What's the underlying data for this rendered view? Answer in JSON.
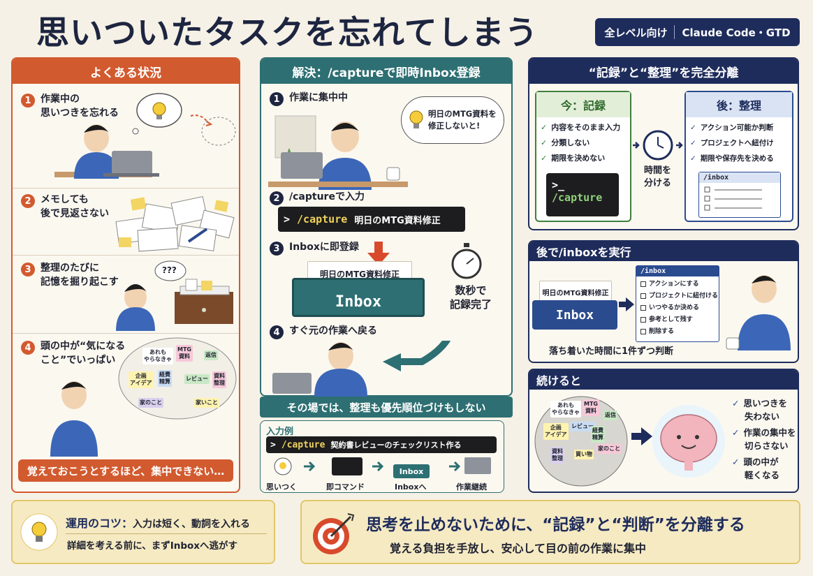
{
  "title": "思いついたタスクを忘れてしまう",
  "badge": {
    "level": "全レベル向け",
    "tools": "Claude Code・GTD"
  },
  "colors": {
    "orange": "#d25a2f",
    "teal": "#2d6f72",
    "navy": "#1e2c5c",
    "green": "#3f7f3c",
    "yellow": "#f3e6b0"
  },
  "left": {
    "header": "よくある状況",
    "items": [
      {
        "num": "1",
        "text1": "作業中の",
        "text2": "思いつきを忘れる"
      },
      {
        "num": "2",
        "text1": "メモしても",
        "text2": "後で見返さない"
      },
      {
        "num": "3",
        "text1": "整理のたびに",
        "text2": "記憶を掘り起こす"
      },
      {
        "num": "4",
        "text1": "頭の中が“気になる",
        "text2": "こと”でいっぱい"
      }
    ],
    "thought_q": "???",
    "stickies": [
      "あれも\nやらなきゃ",
      "MTG\n資料",
      "返信",
      "企画\nアイデア",
      "経費\n精算",
      "レビュー",
      "資料\n整理",
      "家のこと",
      "家いこと"
    ],
    "footer": "覚えておこうとするほど、集中できない…"
  },
  "middle": {
    "header": "解決：/captureで即時Inbox登録",
    "steps": [
      {
        "num": "1",
        "text": "作業に集中中"
      },
      {
        "num": "2",
        "text": "/captureで入力"
      },
      {
        "num": "3",
        "text": "Inboxに即登録"
      },
      {
        "num": "4",
        "text": "すぐ元の作業へ戻る"
      }
    ],
    "bubble": "明日のMTG資料を\n修正しないと!",
    "command": "/capture",
    "command_arg": "明日のMTG資料修正",
    "inbox_card": "明日のMTG資料修正",
    "inbox_label": "Inbox",
    "timer_text1": "数秒で",
    "timer_text2": "記録完了",
    "banner": "その場では、整理も優先順位づけもしない",
    "example": {
      "title": "入力例",
      "command": "/capture",
      "arg": "契約書レビューのチェックリスト作る",
      "flow": [
        "思いつく",
        "即コマンド",
        "Inboxへ",
        "作業継続"
      ],
      "inbox_mini": "Inbox"
    }
  },
  "right": {
    "header": "“記録”と“整理”を完全分離",
    "now": {
      "title": "今：記録",
      "items": [
        "内容をそのまま入力",
        "分類しない",
        "期限を決めない"
      ],
      "term": "/capture"
    },
    "clock_text1": "時間を",
    "clock_text2": "分ける",
    "later": {
      "title": "後：整理",
      "items": [
        "アクション可能か判断",
        "プロジェクトへ紐付け",
        "期限や保存先を決める"
      ],
      "window": "/inbox"
    },
    "run": {
      "header": "後で/inboxを実行",
      "card": "明日のMTG資料修正",
      "inbox": "Inbox",
      "window": "/inbox",
      "options": [
        "アクションにする",
        "プロジェクトに紐付ける",
        "いつやるか決める",
        "参考として残す",
        "削除する"
      ],
      "caption": "落ち着いた時間に1件ずつ判断"
    },
    "continue": {
      "header": "続けると",
      "stickies": [
        "あれも\nやらなきゃ",
        "MTG\n資料",
        "返信",
        "企画\nアイデア",
        "レビュー",
        "経費\n精算",
        "資料\n整理",
        "買い物",
        "家のこと"
      ],
      "benefits": [
        {
          "l1": "思いつきを",
          "l2": "失わない"
        },
        {
          "l1": "作業の集中を",
          "l2": "切らさない"
        },
        {
          "l1": "頭の中が",
          "l2": "軽くなる"
        }
      ]
    }
  },
  "tip": {
    "label": "運用のコツ：",
    "text": "入力は短く、動詞を入れる",
    "sub": "詳細を考える前に、まずInboxへ逃がす"
  },
  "conclusion": {
    "main": "思考を止めないために、“記録”と“判断”を分離する",
    "sub": "覚える負担を手放し、安心して目の前の作業に集中"
  }
}
